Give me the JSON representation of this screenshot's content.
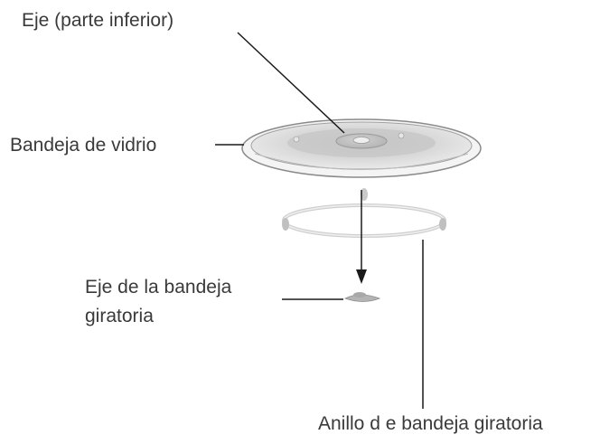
{
  "labels": {
    "shaft_bottom": "Eje (parte inferior)",
    "glass_tray": "Bandeja de vidrio",
    "tray_shaft_line1": "Eje de la bandeja",
    "tray_shaft_line2": "giratoria",
    "roller_ring": "Anillo d e bandeja giratoria"
  },
  "colors": {
    "text": "#3a3a3a",
    "line": "#1a1a1a",
    "tray_fill": "#dcdcdc",
    "tray_rim": "#8a8a8a",
    "ring": "#c8c8c8"
  }
}
